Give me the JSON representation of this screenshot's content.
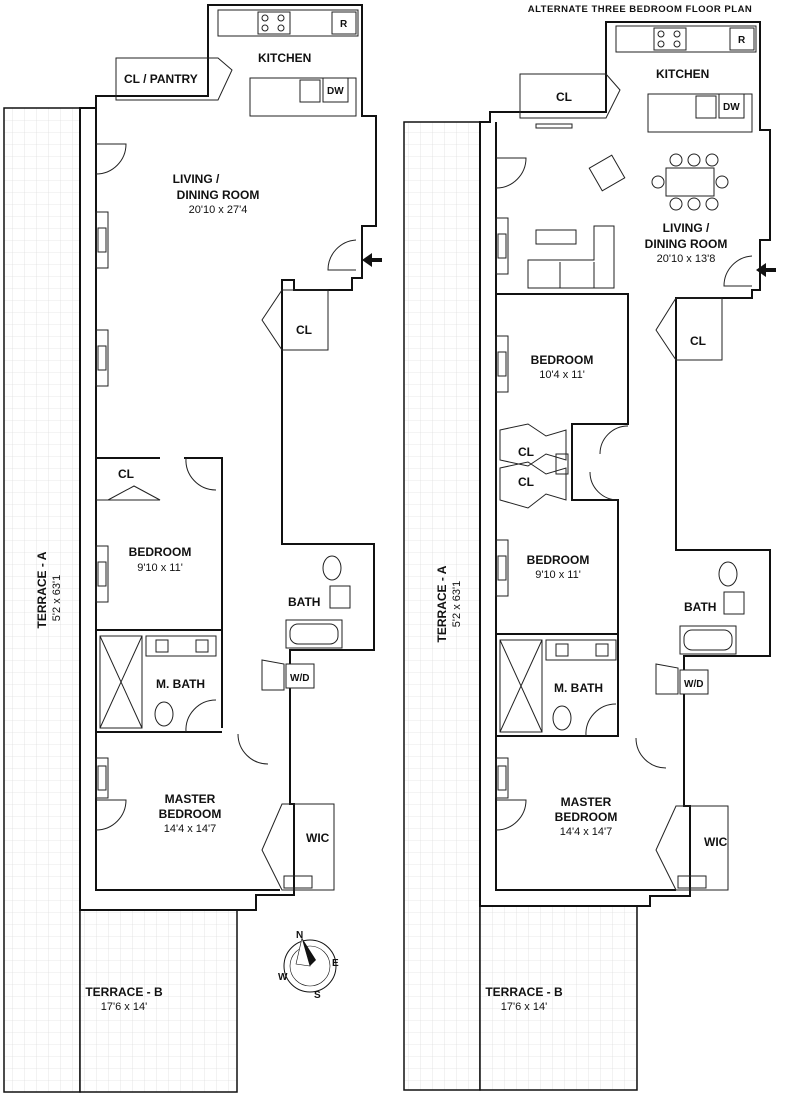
{
  "header": {
    "title": "ALTERNATE THREE BEDROOM FLOOR PLAN"
  },
  "plan_a": {
    "kitchen": "KITCHEN",
    "cl_pantry": "CL / PANTRY",
    "dw": "DW",
    "fridge": "R",
    "living_label_1": "LIVING /",
    "living_label_2": "DINING ROOM",
    "living_dim": "20'10 x 27'4",
    "cl_hall": "CL",
    "cl_bedroom": "CL",
    "bedroom": "BEDROOM",
    "bedroom_dim": "9'10 x 11'",
    "bath": "BATH",
    "wd": "W/D",
    "m_bath": "M. BATH",
    "master_1": "MASTER",
    "master_2": "BEDROOM",
    "master_dim": "14'4 x 14'7",
    "wic": "WIC",
    "terrace_a": "TERRACE - A",
    "terrace_a_dim": "5'2 x 63'1",
    "terrace_b": "TERRACE - B",
    "terrace_b_dim": "17'6 x 14'"
  },
  "plan_b": {
    "kitchen": "KITCHEN",
    "cl_kitchen": "CL",
    "dw": "DW",
    "fridge": "R",
    "living_label_1": "LIVING /",
    "living_label_2": "DINING ROOM",
    "living_dim": "20'10 x 13'8",
    "cl_hall": "CL",
    "bedroom_top": "BEDROOM",
    "bedroom_top_dim": "10'4 x 11'",
    "cl_1": "CL",
    "cl_2": "CL",
    "bedroom": "BEDROOM",
    "bedroom_dim": "9'10 x 11'",
    "bath": "BATH",
    "wd": "W/D",
    "m_bath": "M. BATH",
    "master_1": "MASTER",
    "master_2": "BEDROOM",
    "master_dim": "14'4 x 14'7",
    "wic": "WIC",
    "terrace_a": "TERRACE - A",
    "terrace_a_dim": "5'2 x 63'1",
    "terrace_b": "TERRACE - B",
    "terrace_b_dim": "17'6 x 14'"
  },
  "compass": {
    "n": "N",
    "e": "E",
    "s": "S",
    "w": "W"
  }
}
